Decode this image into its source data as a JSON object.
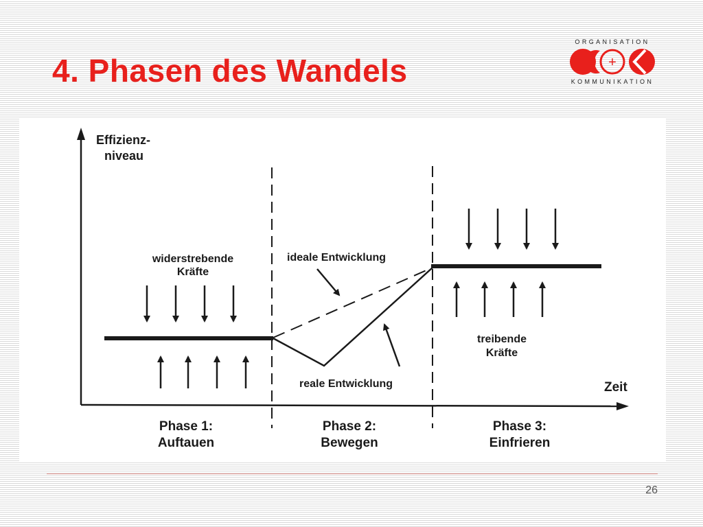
{
  "slide": {
    "title": "4. Phasen des Wandels",
    "page_number": "26",
    "accent_color": "#e8201c"
  },
  "logo": {
    "top_text": "ORGANISATION",
    "symbol": "+",
    "bottom_text": "KOMMUNIKATION"
  },
  "diagram": {
    "y_axis_label_line1": "Effizienz-",
    "y_axis_label_line2": "niveau",
    "x_axis_label": "Zeit",
    "restraining_forces_line1": "widerstrebende",
    "restraining_forces_line2": "Kräfte",
    "driving_forces_line1": "treibende",
    "driving_forces_line2": "Kräfte",
    "ideal_label": "ideale Entwicklung",
    "real_label": "reale Entwicklung",
    "phases": [
      {
        "line1": "Phase 1:",
        "line2": "Auftauen"
      },
      {
        "line1": "Phase 2:",
        "line2": "Bewegen"
      },
      {
        "line1": "Phase 3:",
        "line2": "Einfrieren"
      }
    ]
  }
}
